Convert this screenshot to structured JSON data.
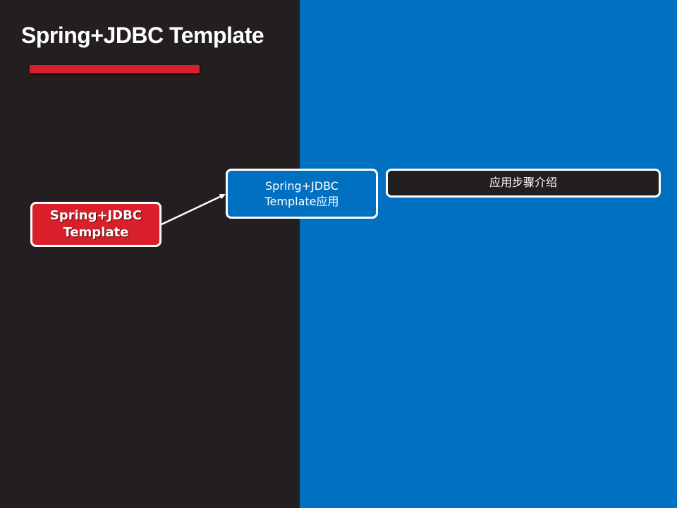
{
  "slide": {
    "title": "Spring+JDBC Template"
  },
  "diagram": {
    "root": {
      "line1": "Spring+JDBC",
      "line2": "Template"
    },
    "child": {
      "line1": "Spring+JDBC",
      "line2": "Template应用"
    },
    "detail": {
      "label": "应用步骤介绍"
    }
  },
  "colors": {
    "left_background": "#231f20",
    "right_background": "#0070c0",
    "accent_red": "#d9202a",
    "border": "#ffffff"
  }
}
